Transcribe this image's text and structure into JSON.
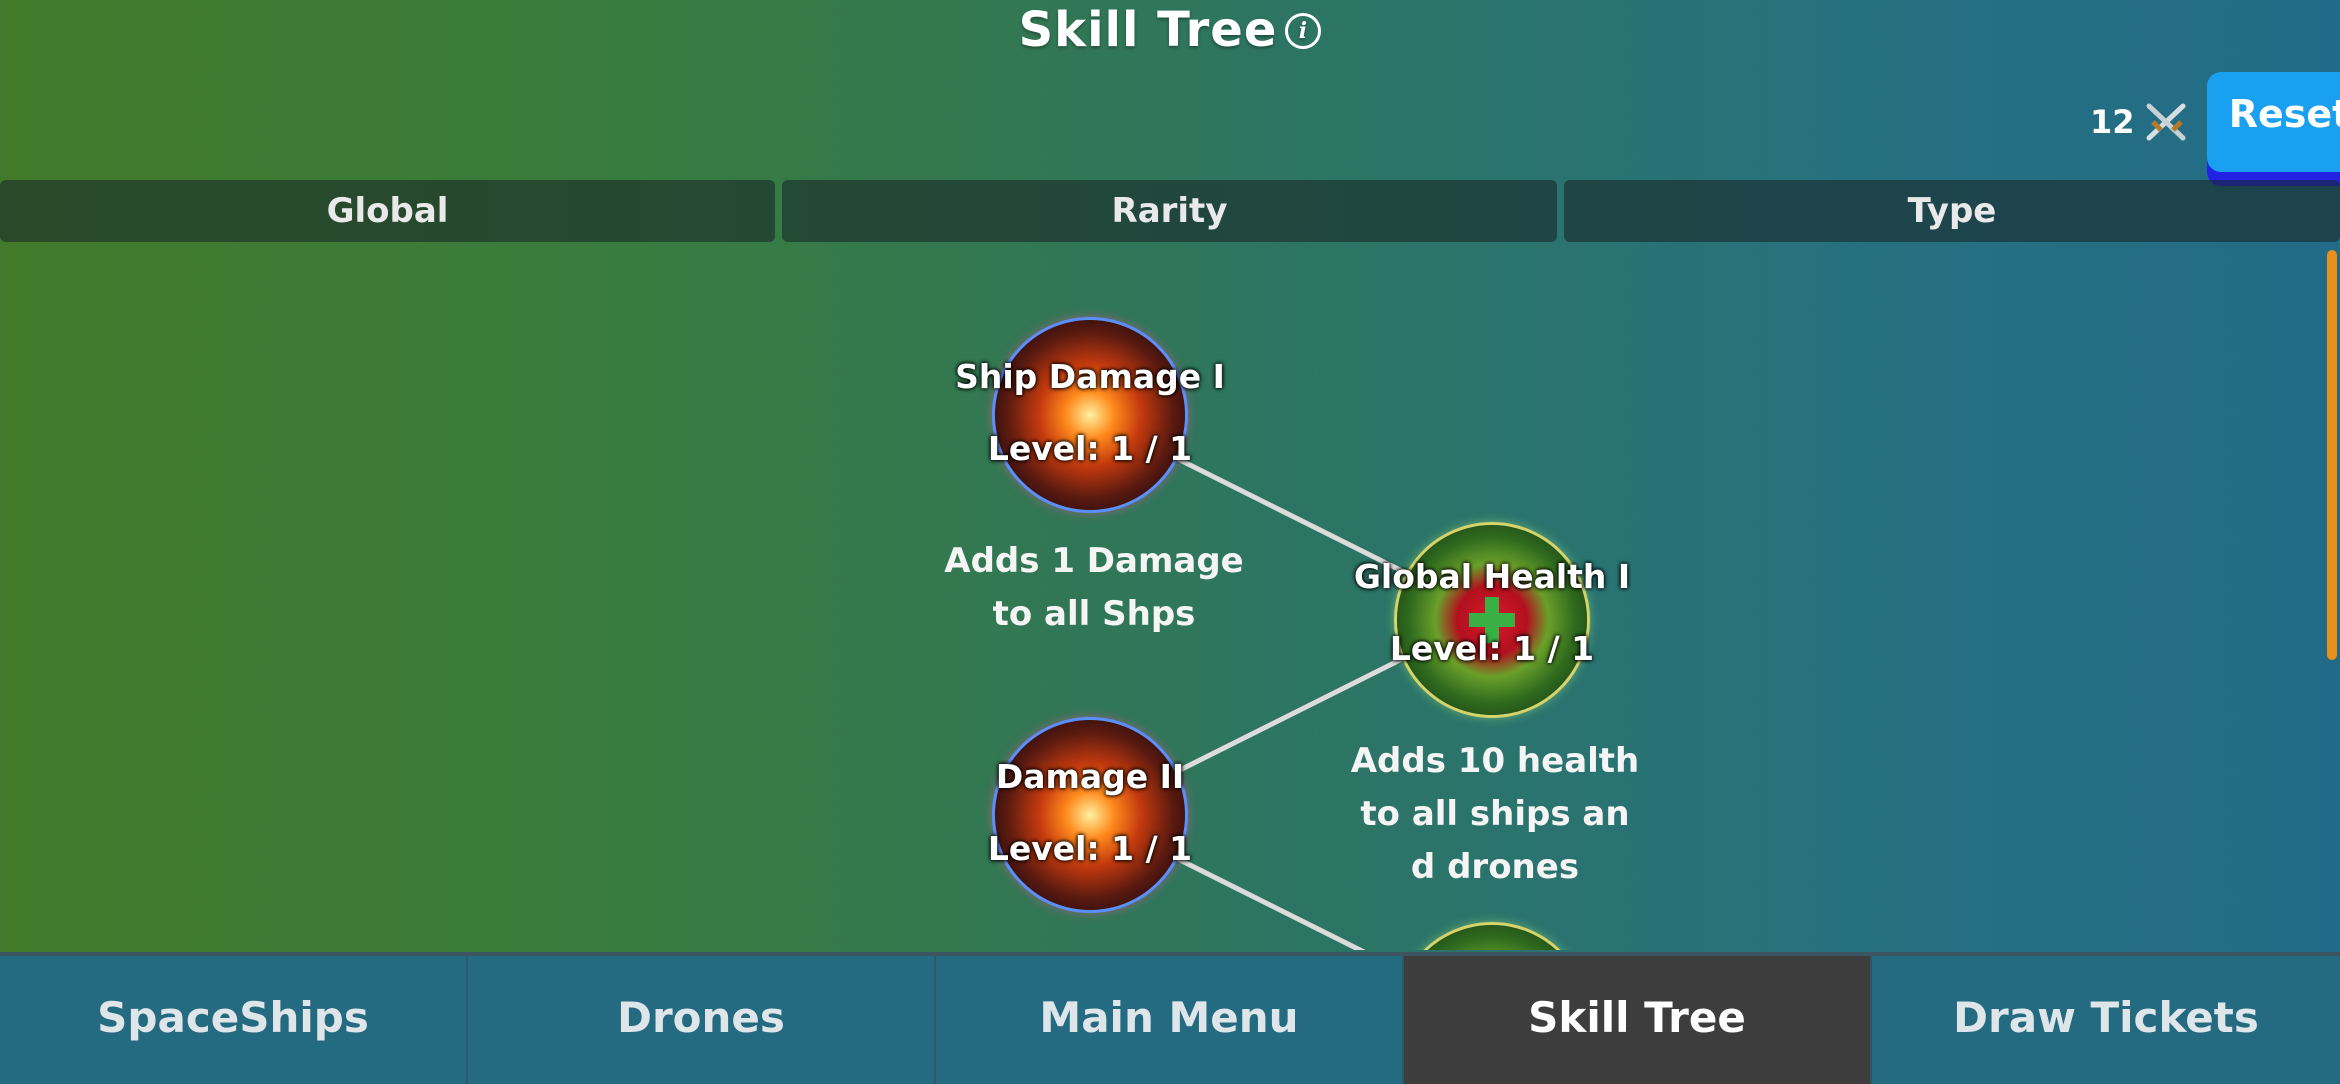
{
  "header": {
    "title": "Skill Tree",
    "info_icon": "info-icon"
  },
  "points": {
    "count": "12",
    "icon": "sword-icon"
  },
  "reset_label": "Reset",
  "tabs": [
    {
      "label": "Global"
    },
    {
      "label": "Rarity"
    },
    {
      "label": "Type"
    }
  ],
  "nodes": [
    {
      "name": "Ship Damage I",
      "level": "Level: 1 / 1",
      "desc_lines": [
        "Adds 1 Damage",
        "to all Shps"
      ]
    },
    {
      "name": "Global Health I",
      "level": "Level: 1 / 1",
      "desc_lines": [
        "Adds 10 health",
        "to all ships an",
        "d drones"
      ]
    },
    {
      "name": "Damage II",
      "level": "Level: 1 / 1"
    }
  ],
  "nav": [
    {
      "label": "SpaceShips"
    },
    {
      "label": "Drones"
    },
    {
      "label": "Main Menu"
    },
    {
      "label": "Skill Tree",
      "active": true
    },
    {
      "label": "Draw Tickets"
    }
  ],
  "colors": {
    "accent_button": "#19a0f0",
    "active_nav": "#3d3d3d",
    "scrollbar": "#e8901a"
  }
}
